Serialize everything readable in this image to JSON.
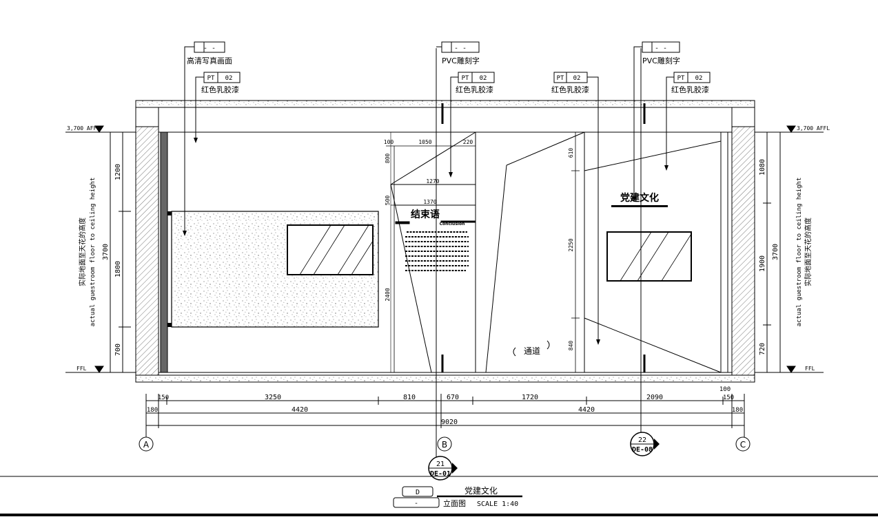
{
  "tags": {
    "photo_tag_code": "-  -",
    "photo_label": "高清写真画面",
    "pt_code_a": "PT",
    "pt_code_b": "02",
    "paint_label": "红色乳胶漆",
    "pvc_tag_code": "-  -",
    "pvc_label": "PVC雕刻字"
  },
  "levels": {
    "ceiling_mark": "3,700 AFFL",
    "floor_mark": "FFL",
    "height_cn": "实际地面至天花的高度",
    "height_en": "actual guestroom floor to ceiling height"
  },
  "left_dims": [
    "1200",
    "1800",
    "700",
    "3700"
  ],
  "right_dims": [
    "1080",
    "1900",
    "720",
    "3700"
  ],
  "panel_dims": {
    "d100": "100",
    "d1050": "1050",
    "d220": "220",
    "d800": "800",
    "d1270": "1270",
    "d500": "500",
    "d1370": "1370",
    "d2400": "2400"
  },
  "right_panel_dims": [
    "610",
    "2250",
    "840"
  ],
  "bottom_dims": {
    "row1": [
      "150",
      "3250",
      "810",
      "670",
      "1720",
      "2090",
      "100",
      "150"
    ],
    "row2": [
      "180",
      "4420",
      "4420",
      "180"
    ],
    "total": "9020"
  },
  "axes": [
    "A",
    "B",
    "C"
  ],
  "callouts": [
    {
      "num": "21",
      "sheet": "DE-01"
    },
    {
      "num": "22",
      "sheet": "DE-08"
    }
  ],
  "panel_text": {
    "conclusion_title": "结束语",
    "conclusion_sub": "Conclusion",
    "party_title": "党建文化",
    "passage": "通道"
  },
  "title_block": {
    "code": "D",
    "sub_code": "-",
    "name": "党建文化",
    "type": "立面图",
    "scale": "SCALE 1:40"
  },
  "colors": {
    "line": "#000000",
    "hatch": "#555555",
    "column": "#666666"
  }
}
